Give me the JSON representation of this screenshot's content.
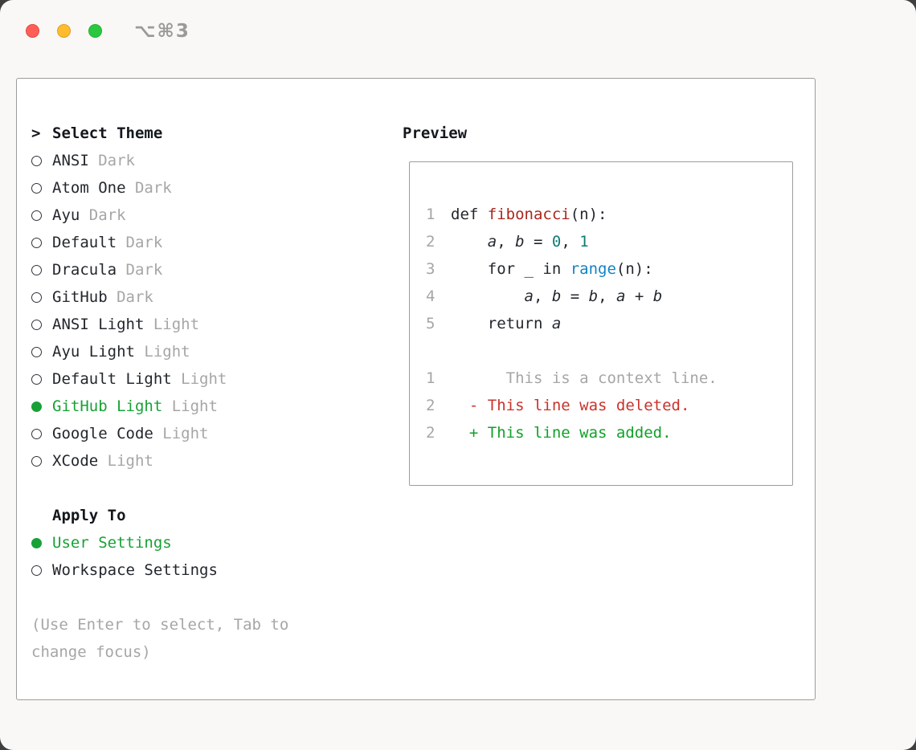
{
  "titlebar": {
    "shortcut": "⌥⌘3"
  },
  "panel": {
    "theme_list": {
      "prompt": ">",
      "title": "Select Theme",
      "items": [
        {
          "name": "ANSI",
          "variant": "Dark",
          "selected": false
        },
        {
          "name": "Atom One",
          "variant": "Dark",
          "selected": false
        },
        {
          "name": "Ayu",
          "variant": "Dark",
          "selected": false
        },
        {
          "name": "Default",
          "variant": "Dark",
          "selected": false
        },
        {
          "name": "Dracula",
          "variant": "Dark",
          "selected": false
        },
        {
          "name": "GitHub",
          "variant": "Dark",
          "selected": false
        },
        {
          "name": "ANSI Light",
          "variant": "Light",
          "selected": false
        },
        {
          "name": "Ayu Light",
          "variant": "Light",
          "selected": false
        },
        {
          "name": "Default Light",
          "variant": "Light",
          "selected": false
        },
        {
          "name": "GitHub Light",
          "variant": "Light",
          "selected": true
        },
        {
          "name": "Google Code",
          "variant": "Light",
          "selected": false
        },
        {
          "name": "XCode",
          "variant": "Light",
          "selected": false
        }
      ]
    },
    "apply_to": {
      "title": "Apply To",
      "options": [
        {
          "label": "User Settings",
          "selected": true
        },
        {
          "label": "Workspace Settings",
          "selected": false
        }
      ]
    },
    "hint_lines": [
      "(Use Enter to select, Tab to",
      "change focus)"
    ]
  },
  "preview": {
    "title": "Preview",
    "lines": [
      {
        "num": "1",
        "segments": [
          {
            "text": "def ",
            "style": "plain"
          },
          {
            "text": "fibonacci",
            "style": "function"
          },
          {
            "text": "(n):",
            "style": "plain"
          }
        ]
      },
      {
        "num": "2",
        "segments": [
          {
            "text": "    ",
            "style": "plain"
          },
          {
            "text": "a",
            "style": "variable"
          },
          {
            "text": ", ",
            "style": "plain"
          },
          {
            "text": "b",
            "style": "variable"
          },
          {
            "text": " = ",
            "style": "plain"
          },
          {
            "text": "0",
            "style": "number"
          },
          {
            "text": ", ",
            "style": "plain"
          },
          {
            "text": "1",
            "style": "number"
          }
        ]
      },
      {
        "num": "3",
        "segments": [
          {
            "text": "    for _ in ",
            "style": "plain"
          },
          {
            "text": "range",
            "style": "builtin"
          },
          {
            "text": "(n):",
            "style": "plain"
          }
        ]
      },
      {
        "num": "4",
        "segments": [
          {
            "text": "        ",
            "style": "plain"
          },
          {
            "text": "a",
            "style": "variable"
          },
          {
            "text": ", ",
            "style": "plain"
          },
          {
            "text": "b",
            "style": "variable"
          },
          {
            "text": " = ",
            "style": "plain"
          },
          {
            "text": "b",
            "style": "variable"
          },
          {
            "text": ", ",
            "style": "plain"
          },
          {
            "text": "a",
            "style": "variable"
          },
          {
            "text": " + ",
            "style": "plain"
          },
          {
            "text": "b",
            "style": "variable"
          }
        ]
      },
      {
        "num": "5",
        "segments": [
          {
            "text": "    return ",
            "style": "plain"
          },
          {
            "text": "a",
            "style": "variable"
          }
        ]
      },
      {
        "num": "",
        "segments": []
      },
      {
        "num": "1",
        "segments": [
          {
            "text": "      This is a context line.",
            "style": "context"
          }
        ]
      },
      {
        "num": "2",
        "segments": [
          {
            "text": "  - This line was deleted.",
            "style": "deleted"
          }
        ]
      },
      {
        "num": "2",
        "segments": [
          {
            "text": "  + This line was added.",
            "style": "added"
          }
        ]
      }
    ]
  },
  "colors": {
    "selected_green": "#18a136",
    "added_green": "#12a129",
    "deleted_red": "#c9332b",
    "function_red": "#ab261d",
    "number_teal": "#0c7d74",
    "builtin_blue": "#1283c6",
    "muted_gray": "#a6a6a6"
  }
}
